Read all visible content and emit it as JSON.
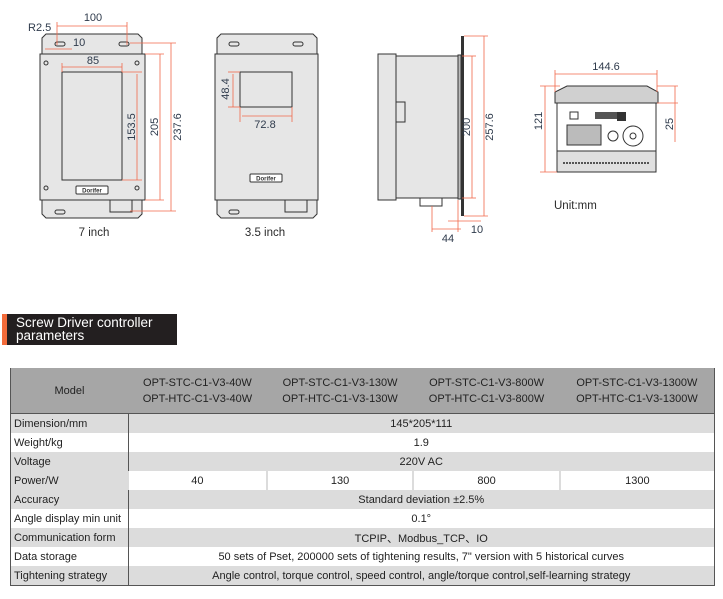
{
  "drawings": {
    "front_7inch": {
      "caption": "7 inch",
      "dims": {
        "width_holes": "100",
        "radius": "R2.5",
        "hole_offset": "10",
        "screen_width": "85",
        "screen_height": "153.5",
        "body_height": "205",
        "total_height": "237.6"
      },
      "logo": "Dorifer"
    },
    "front_3_5inch": {
      "caption": "3.5 inch",
      "dims": {
        "screen_height": "48.4",
        "screen_width": "72.8"
      },
      "logo": "Dorifer"
    },
    "side": {
      "dims": {
        "height": "200",
        "total_height": "257.6",
        "depth": "44",
        "flange": "10"
      }
    },
    "bottom": {
      "dims": {
        "width": "144.6",
        "height": "121",
        "top": "25"
      }
    },
    "unit": "Unit:mm"
  },
  "section_title": "Screw Driver controller parameters",
  "table": {
    "model_label": "Model",
    "models": [
      [
        "OPT-STC-C1-V3-40W",
        "OPT-HTC-C1-V3-40W"
      ],
      [
        "OPT-STC-C1-V3-130W",
        "OPT-HTC-C1-V3-130W"
      ],
      [
        "OPT-STC-C1-V3-800W",
        "OPT-HTC-C1-V3-800W"
      ],
      [
        "OPT-STC-C1-V3-1300W",
        "OPT-HTC-C1-V3-1300W"
      ]
    ],
    "rows": [
      {
        "label": "Dimension/mm",
        "value": "145*205*111"
      },
      {
        "label": "Weight/kg",
        "value": "1.9"
      },
      {
        "label": "Voltage",
        "value": "220V AC"
      },
      {
        "label": "Power/W",
        "values": [
          "40",
          "130",
          "800",
          "1300"
        ]
      },
      {
        "label": "Accuracy",
        "value": "Standard deviation ±2.5%"
      },
      {
        "label": "Angle display min unit",
        "value": "0.1°"
      },
      {
        "label": "Communication form",
        "value": "TCPIP、Modbus_TCP、IO"
      },
      {
        "label": "Data storage",
        "value": "50 sets of Pset, 200000 sets of tightening results, 7\" version with 5 historical curves"
      },
      {
        "label": "Tightening strategy",
        "value": "Angle control, torque control, speed control, angle/torque control,self-learning strategy"
      }
    ]
  }
}
